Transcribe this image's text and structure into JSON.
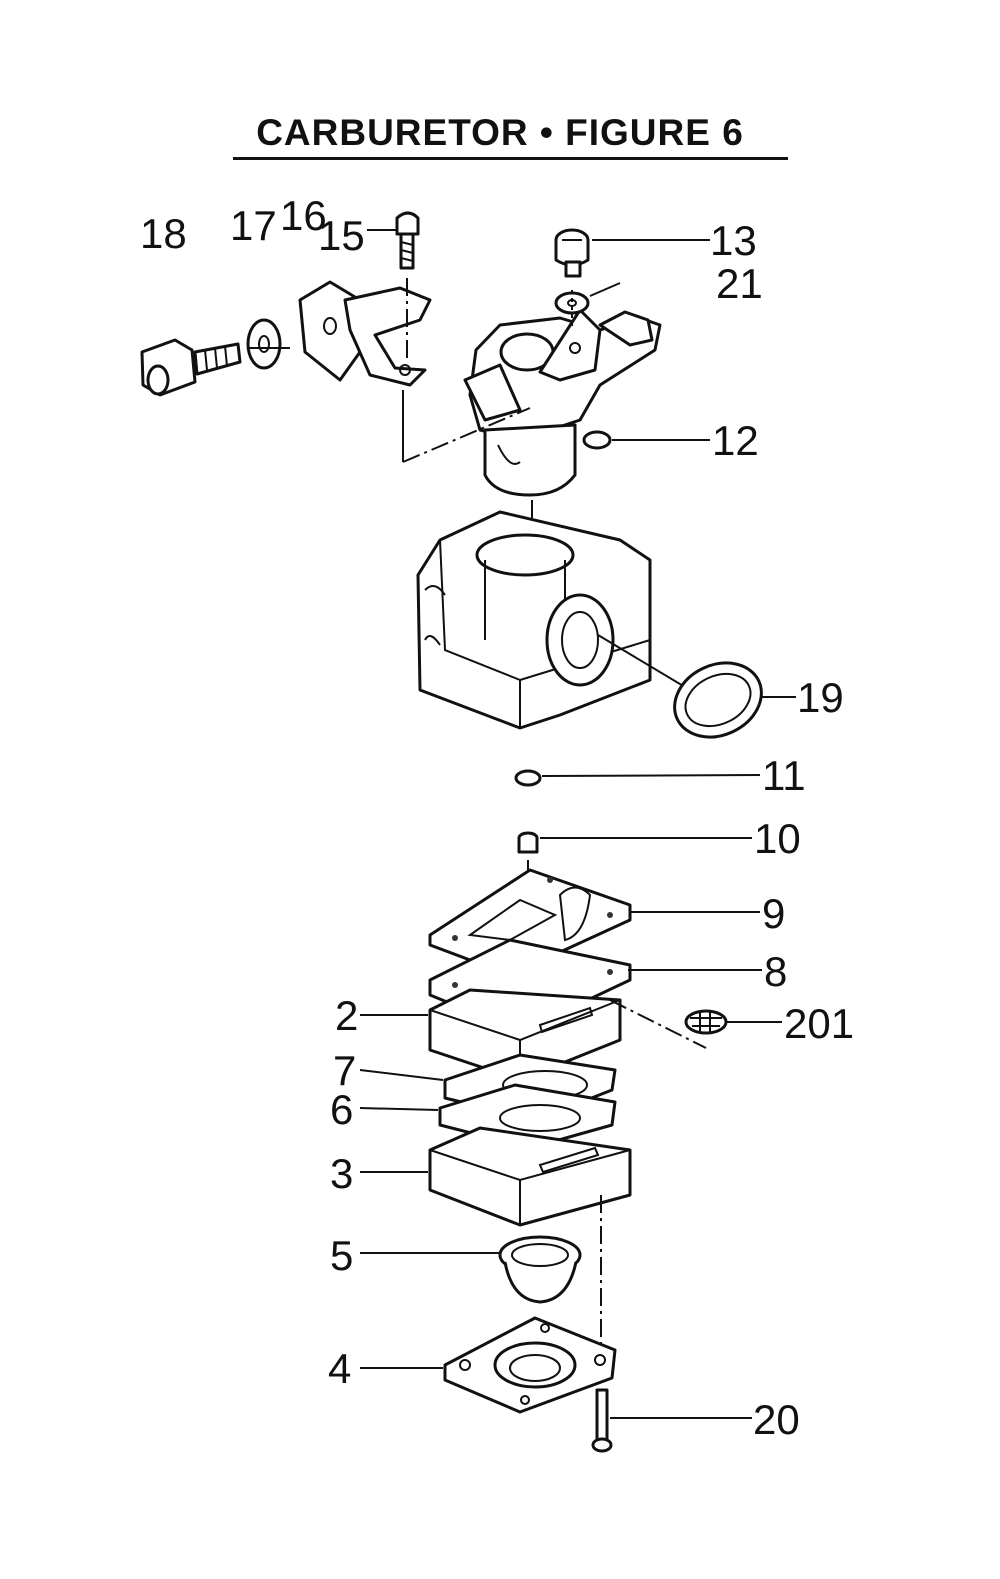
{
  "title": "CARBURETOR  •  FIGURE 6",
  "callouts": {
    "c18": "18",
    "c17": "17",
    "c16": "16",
    "c15": "15",
    "c13": "13",
    "c21": "21",
    "c12": "12",
    "c19": "19",
    "c11": "11",
    "c10": "10",
    "c9": "9",
    "c8": "8",
    "c2": "2",
    "c201": "201",
    "c7": "7",
    "c6": "6",
    "c3": "3",
    "c5": "5",
    "c4": "4",
    "c20": "20"
  }
}
